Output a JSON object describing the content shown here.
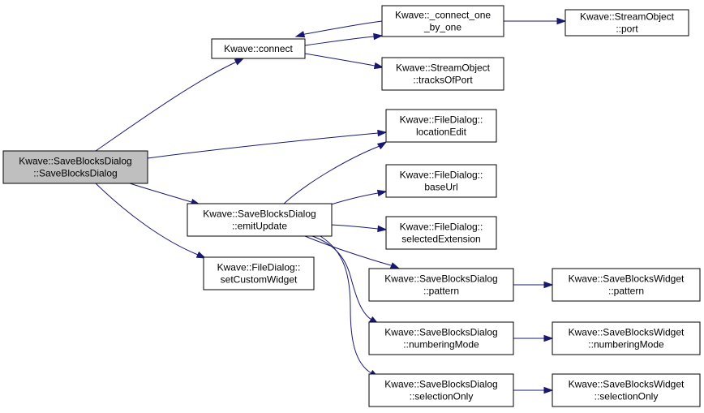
{
  "graph": {
    "nodes": [
      {
        "id": "savedlg_ctor",
        "lines": [
          "Kwave::SaveBlocksDialog",
          "::SaveBlocksDialog"
        ],
        "highlighted": true
      },
      {
        "id": "connect",
        "lines": [
          "Kwave::connect"
        ]
      },
      {
        "id": "connect_one",
        "lines": [
          "Kwave::_connect_one",
          "_by_one"
        ]
      },
      {
        "id": "so_port",
        "lines": [
          "Kwave::StreamObject",
          "::port"
        ]
      },
      {
        "id": "so_tracks",
        "lines": [
          "Kwave::StreamObject",
          "::tracksOfPort"
        ]
      },
      {
        "id": "fd_location",
        "lines": [
          "Kwave::FileDialog::",
          "locationEdit"
        ]
      },
      {
        "id": "fd_baseurl",
        "lines": [
          "Kwave::FileDialog::",
          "baseUrl"
        ]
      },
      {
        "id": "emit",
        "lines": [
          "Kwave::SaveBlocksDialog",
          "::emitUpdate"
        ]
      },
      {
        "id": "fd_selext",
        "lines": [
          "Kwave::FileDialog::",
          "selectedExtension"
        ]
      },
      {
        "id": "fd_custom",
        "lines": [
          "Kwave::FileDialog::",
          "setCustomWidget"
        ]
      },
      {
        "id": "sbd_pattern",
        "lines": [
          "Kwave::SaveBlocksDialog",
          "::pattern"
        ]
      },
      {
        "id": "sbw_pattern",
        "lines": [
          "Kwave::SaveBlocksWidget",
          "::pattern"
        ]
      },
      {
        "id": "sbd_numbering",
        "lines": [
          "Kwave::SaveBlocksDialog",
          "::numberingMode"
        ]
      },
      {
        "id": "sbw_numbering",
        "lines": [
          "Kwave::SaveBlocksWidget",
          "::numberingMode"
        ]
      },
      {
        "id": "sbd_selonly",
        "lines": [
          "Kwave::SaveBlocksDialog",
          "::selectionOnly"
        ]
      },
      {
        "id": "sbw_selonly",
        "lines": [
          "Kwave::SaveBlocksWidget",
          "::selectionOnly"
        ]
      }
    ],
    "edges": [
      {
        "from": "savedlg_ctor",
        "to": "connect"
      },
      {
        "from": "savedlg_ctor",
        "to": "fd_location"
      },
      {
        "from": "savedlg_ctor",
        "to": "emit"
      },
      {
        "from": "savedlg_ctor",
        "to": "fd_custom"
      },
      {
        "from": "connect",
        "to": "connect_one"
      },
      {
        "from": "connect",
        "to": "so_tracks"
      },
      {
        "from": "connect_one",
        "to": "connect"
      },
      {
        "from": "connect_one",
        "to": "so_port"
      },
      {
        "from": "emit",
        "to": "fd_location"
      },
      {
        "from": "emit",
        "to": "fd_baseurl"
      },
      {
        "from": "emit",
        "to": "fd_selext"
      },
      {
        "from": "emit",
        "to": "sbd_pattern"
      },
      {
        "from": "emit",
        "to": "sbd_numbering"
      },
      {
        "from": "emit",
        "to": "sbd_selonly"
      },
      {
        "from": "sbd_pattern",
        "to": "sbw_pattern"
      },
      {
        "from": "sbd_numbering",
        "to": "sbw_numbering"
      },
      {
        "from": "sbd_selonly",
        "to": "sbw_selonly"
      }
    ],
    "edge_color": "#191970",
    "root_fill": "#bfbfbf"
  }
}
